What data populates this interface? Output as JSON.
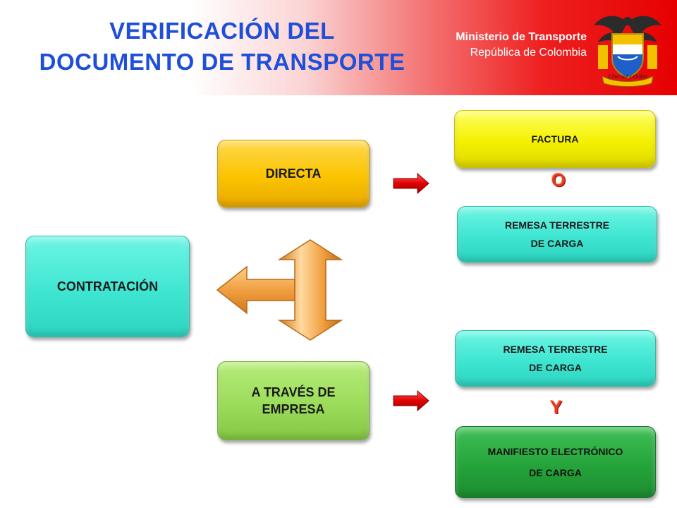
{
  "header": {
    "title_line1": "VERIFICACIÓN DEL",
    "title_line2": "DOCUMENTO DE TRANSPORTE",
    "ministry": "Ministerio de Transporte",
    "country": "República de Colombia",
    "crest_motto": "Libertad y Orden"
  },
  "diagram": {
    "root": "CONTRATACIÓN",
    "directa": "DIRECTA",
    "empresa_line1": "A TRAVÉS DE",
    "empresa_line2": "EMPRESA",
    "factura": "FACTURA",
    "remesa_line1": "REMESA TERRESTRE",
    "remesa_line2": "DE CARGA",
    "manifiesto_line1": "MANIFIESTO ELECTRÓNICO",
    "manifiesto_line2": "DE CARGA",
    "connector_or": "O",
    "connector_and": "Y"
  },
  "colors": {
    "title": "#1f4fd8",
    "cyan_box": "#3ee6d2",
    "yellow_box": "#f4f000",
    "orange_box": "#fbc400",
    "lime_box": "#9bdc5a",
    "green_box": "#25a43a",
    "red_arrow": "#e00000",
    "orange_arrow": "#f0a040",
    "connector": "#e63a1e"
  }
}
